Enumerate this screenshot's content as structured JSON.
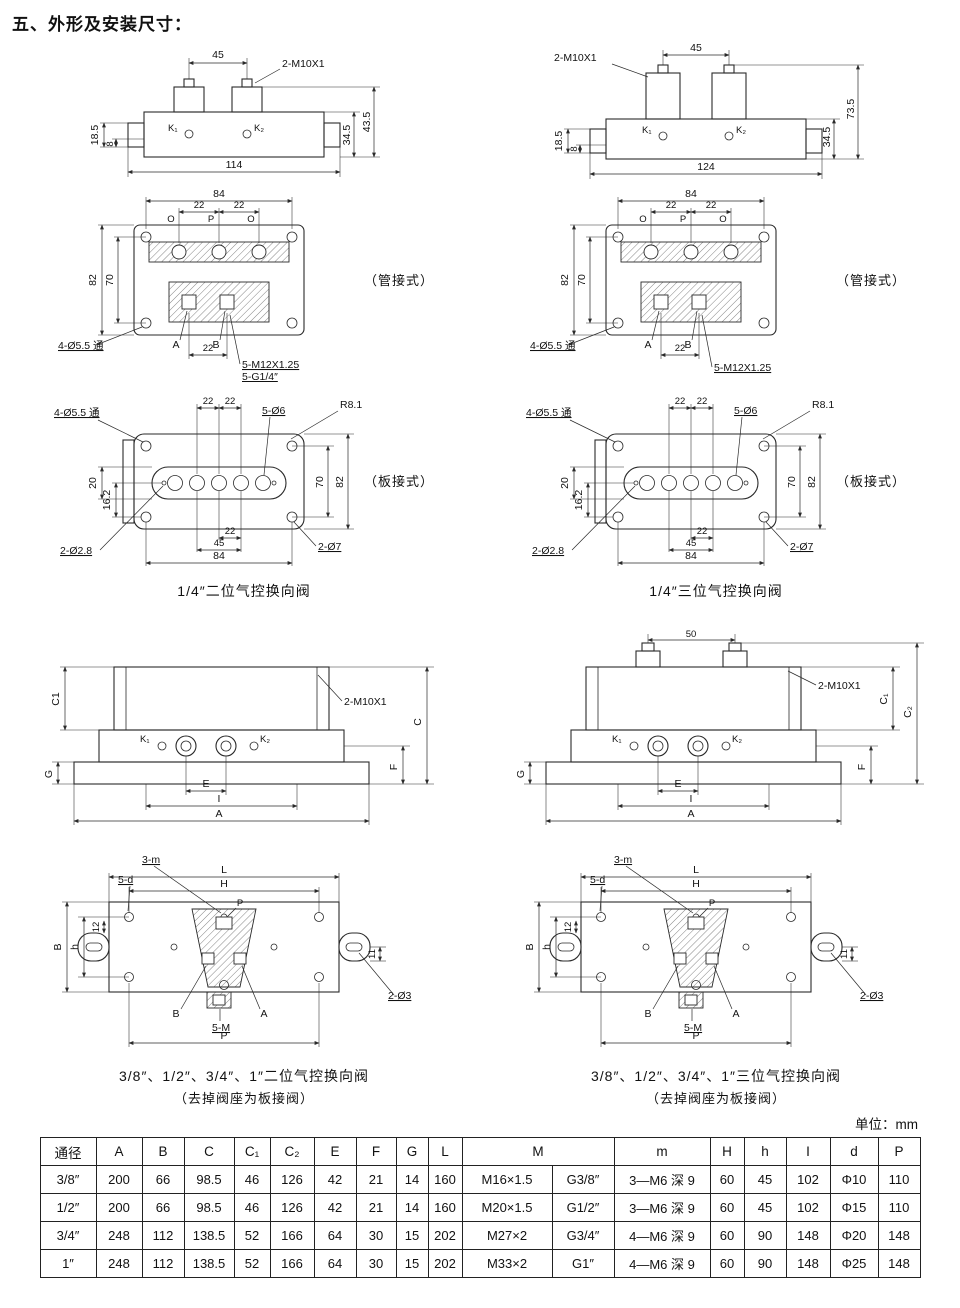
{
  "page": {
    "title": "五、外形及安装尺寸：",
    "unit_label": "单位：mm"
  },
  "q1": {
    "caption": "1/4″二位气控换向阀",
    "v1": {
      "dim_top": "45",
      "thread": "2-M10X1",
      "k1": "K₁",
      "k2": "K₂",
      "dim_l1": "18.5",
      "dim_l2": "8",
      "dim_bottom": "114",
      "dim_r1": "34.5",
      "dim_r2": "43.5"
    },
    "v2": {
      "dim_top": "84",
      "dim_t1": "22",
      "dim_t2": "22",
      "p1": "O",
      "p2": "P",
      "p3": "O",
      "dim_l1": "82",
      "dim_l2": "70",
      "holes": "4-Ø5.5 通",
      "pa": "A",
      "pb": "B",
      "dim_ab": "22",
      "thread1": "5-M12X1.25",
      "thread2": "5-G1/4″",
      "type": "（管接式）"
    },
    "v3": {
      "holes": "4-Ø5.5 通",
      "dim_t1": "22",
      "dim_t2": "22",
      "holes5": "5-Ø6",
      "radius": "R8.1",
      "dim_r1": "70",
      "dim_r2": "82",
      "dim_l1": "20",
      "dim_l2": "16.2",
      "holes2": "2-Ø2.8",
      "dim_b1": "22",
      "dim_b2": "45",
      "dim_b3": "84",
      "holes7": "2-Ø7",
      "type": "（板接式）"
    }
  },
  "q2": {
    "caption": "1/4″三位气控换向阀",
    "v1": {
      "dim_top": "45",
      "thread": "2-M10X1",
      "k1": "K₁",
      "k2": "K₂",
      "dim_l1": "18.5",
      "dim_l2": "8",
      "dim_bottom": "124",
      "dim_r1": "34.5",
      "dim_r2": "73.5"
    },
    "v2": {
      "dim_top": "84",
      "dim_t1": "22",
      "dim_t2": "22",
      "p1": "O",
      "p2": "P",
      "p3": "O",
      "dim_l1": "82",
      "dim_l2": "70",
      "holes": "4-Ø5.5 通",
      "pa": "A",
      "pb": "B",
      "dim_ab": "22",
      "thread1": "5-M12X1.25",
      "type": "（管接式）"
    },
    "v3": {
      "holes": "4-Ø5.5 通",
      "dim_t1": "22",
      "dim_t2": "22",
      "holes5": "5-Ø6",
      "radius": "R8.1",
      "dim_r1": "70",
      "dim_r2": "82",
      "dim_l1": "20",
      "dim_l2": "16.2",
      "holes2": "2-Ø2.8",
      "dim_b1": "22",
      "dim_b2": "45",
      "dim_b3": "84",
      "holes7": "2-Ø7",
      "type": "（板接式）"
    }
  },
  "q3": {
    "caption1": "3/8″、1/2″、3/4″、1″二位气控换向阀",
    "caption2": "（去掉阀座为板接阀）",
    "v1": {
      "thread": "2-M10X1",
      "k1": "K₁",
      "k2": "K₂",
      "dim_c": "C",
      "dim_c1": "C1",
      "dim_g": "G",
      "dim_f": "F",
      "dim_e": "E",
      "dim_i": "I",
      "dim_a": "A"
    },
    "v2": {
      "m3": "3-m",
      "d5": "5-d",
      "dim_l": "L",
      "dim_h": "H",
      "p_top": "P",
      "dim_b": "B",
      "dim_hh": "h",
      "dim_12": "12",
      "dim_11": "11",
      "holes": "2-Ø3",
      "pb": "B",
      "pa": "A",
      "m5": "5-M",
      "dim_p": "P"
    }
  },
  "q4": {
    "caption1": "3/8″、1/2″、3/4″、1″三位气控换向阀",
    "caption2": "（去掉阀座为板接阀）",
    "v1": {
      "dim_top": "50",
      "thread": "2-M10X1",
      "k1": "K₁",
      "k2": "K₂",
      "dim_c2": "C₂",
      "dim_c1": "C₁",
      "dim_g": "G",
      "dim_f": "F",
      "dim_e": "E",
      "dim_i": "I",
      "dim_a": "A"
    },
    "v2": {
      "m3": "3-m",
      "d5": "5-d",
      "dim_l": "L",
      "dim_h": "H",
      "p_top": "P",
      "dim_b": "B",
      "dim_hh": "h",
      "dim_12": "12",
      "dim_11": "11",
      "holes": "2-Ø3",
      "pb": "B",
      "pa": "A",
      "m5": "5-M",
      "dim_p": "P"
    }
  },
  "table": {
    "headers": [
      "通径",
      "A",
      "B",
      "C",
      "C₁",
      "C₂",
      "E",
      "F",
      "G",
      "L",
      "M",
      "m",
      "H",
      "h",
      "I",
      "d",
      "P"
    ],
    "rows": [
      [
        "3/8″",
        "200",
        "66",
        "98.5",
        "46",
        "126",
        "42",
        "21",
        "14",
        "160",
        "M16×1.5",
        "G3/8″",
        "3—M6 深 9",
        "60",
        "45",
        "102",
        "Φ10",
        "110"
      ],
      [
        "1/2″",
        "200",
        "66",
        "98.5",
        "46",
        "126",
        "42",
        "21",
        "14",
        "160",
        "M20×1.5",
        "G1/2″",
        "3—M6 深 9",
        "60",
        "45",
        "102",
        "Φ15",
        "110"
      ],
      [
        "3/4″",
        "248",
        "112",
        "138.5",
        "52",
        "166",
        "64",
        "30",
        "15",
        "202",
        "M27×2",
        "G3/4″",
        "4—M6 深 9",
        "60",
        "90",
        "148",
        "Φ20",
        "148"
      ],
      [
        "1″",
        "248",
        "112",
        "138.5",
        "52",
        "166",
        "64",
        "30",
        "15",
        "202",
        "M33×2",
        "G1″",
        "4—M6 深 9",
        "60",
        "90",
        "148",
        "Φ25",
        "148"
      ]
    ]
  }
}
